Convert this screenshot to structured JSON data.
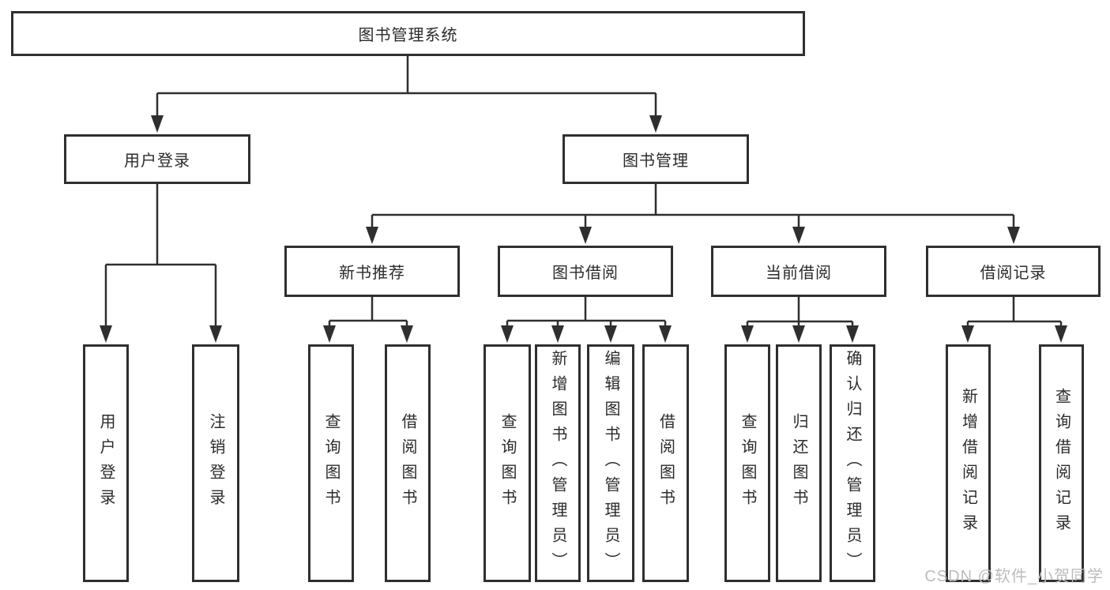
{
  "diagram_type": "hierarchy-flowchart",
  "tree": {
    "label": "图书管理系统",
    "children": [
      {
        "label": "用户登录",
        "children": [
          {
            "label": "用户登录"
          },
          {
            "label": "注销登录"
          }
        ]
      },
      {
        "label": "图书管理",
        "children": [
          {
            "label": "新书推荐",
            "children": [
              {
                "label": "查询图书"
              },
              {
                "label": "借阅图书"
              }
            ]
          },
          {
            "label": "图书借阅",
            "children": [
              {
                "label": "查询图书"
              },
              {
                "label": "新增图书（管理员）"
              },
              {
                "label": "编辑图书（管理员）"
              },
              {
                "label": "借阅图书"
              }
            ]
          },
          {
            "label": "当前借阅",
            "children": [
              {
                "label": "查询图书"
              },
              {
                "label": "归还图书"
              },
              {
                "label": "确认归还（管理员）"
              }
            ]
          },
          {
            "label": "借阅记录",
            "children": [
              {
                "label": "新增借阅记录"
              },
              {
                "label": "查询借阅记录"
              }
            ]
          }
        ]
      }
    ]
  },
  "watermark": {
    "text": "CSDN @软件_小贺同学"
  },
  "colors": {
    "line": "#2f2f2f",
    "box_border": "#2f2f2f",
    "text": "#2b2b2b",
    "background": "#ffffff",
    "watermark": "#bcbcbc"
  }
}
